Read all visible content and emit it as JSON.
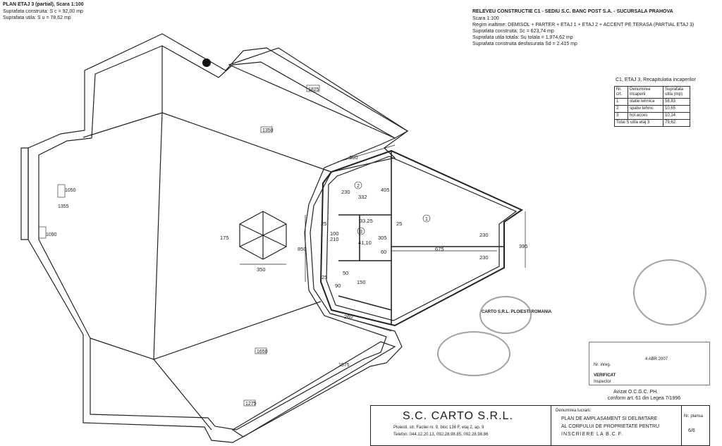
{
  "header_left": {
    "title": "PLAN ETAJ 3 (partial), Scara 1:100",
    "sc": "Suprafata construita: S c = 92,00 mp",
    "su": "Suprafata utila: S u = 78,62 mp"
  },
  "header_right": {
    "title": "RELEVEU CONSTRUCTIE C1 - SEDIU S.C. BANC POST S.A. - SUCURSALA PRAHOVA",
    "scale": "Scara 1:100",
    "regime": "Regim inaltime: DEMISOL + PARTER + ETAJ 1 + ETAJ 2 + ACCENT PE TERASA (PARTIAL ETAJ 3)",
    "sc": "Suprafata construita: Sc = 623,74 mp",
    "su": "Suprafata utila totala: Su totala = 1.974,62 mp",
    "sd": "Suprafata construita desfasurata Sd = 2.415 mp"
  },
  "recap": {
    "title": "C1, ETAJ 3, Recapitulatia incaperilor",
    "headers": [
      "Nr. crt.",
      "Denumirea incaperii",
      "Suprafata utila (mp)"
    ],
    "rows": [
      [
        "1",
        "statie tehnica",
        "58,83"
      ],
      [
        "2",
        "spatiu tehnic",
        "10,65"
      ],
      [
        "3",
        "hol acces",
        "10,14"
      ]
    ],
    "total": "Total S utila etaj 3",
    "total_value": "79,62"
  },
  "dims": {
    "d360": "360",
    "d332": "332",
    "d405": "405",
    "d230a": "230",
    "d3325": "33.25",
    "d100": "100",
    "d210": "210",
    "d305": "305",
    "d25a": "25",
    "d25b": "25",
    "d25c": "25",
    "d675": "675",
    "d230b": "230",
    "d230c": "230",
    "d395": "395",
    "d850": "850",
    "d175": "175",
    "d350": "350",
    "d150": "150",
    "d260": "260",
    "d90": "90",
    "d60": "60",
    "d50": "50",
    "r1": "1",
    "r2": "2",
    "r3": "3",
    "area3": "41,10"
  },
  "roof_labels": [
    "1350",
    "1825",
    "1050",
    "1090",
    "1650",
    "1275",
    "1355",
    "1575"
  ],
  "stamps": {
    "carto": "CARTO S.R.L. PLOIESTI ROMANIA",
    "avizat": "Avizat O.C.G.C. PH.",
    "conform": "conform art. 61 din Legea 7/1996",
    "nr_inreg": "Nr. inreg.",
    "verificat": "VERIFICAT",
    "inspector": "Inspector",
    "date": "4 ABR 2007"
  },
  "title_block": {
    "company": "S.C. CARTO S.R.L.",
    "address": "Ploiesti, str. Facliei nr. 9, bloc 136 F, etaj 2, ap. 9",
    "phone": "Telefon: 044.12.20.13, 092.28.98.85, 092.28.98.86",
    "work_label": "Denumirea lucrarii:",
    "work_1": "PLAN DE AMPLASAMENT SI DELIMITARE",
    "work_2": "AL CORPULUI DE PROPRIETATE PENTRU",
    "work_3": "INSCRIERE LA B.C.F.",
    "sheet_label": "Nr. plansa",
    "sheet": "6/6"
  }
}
